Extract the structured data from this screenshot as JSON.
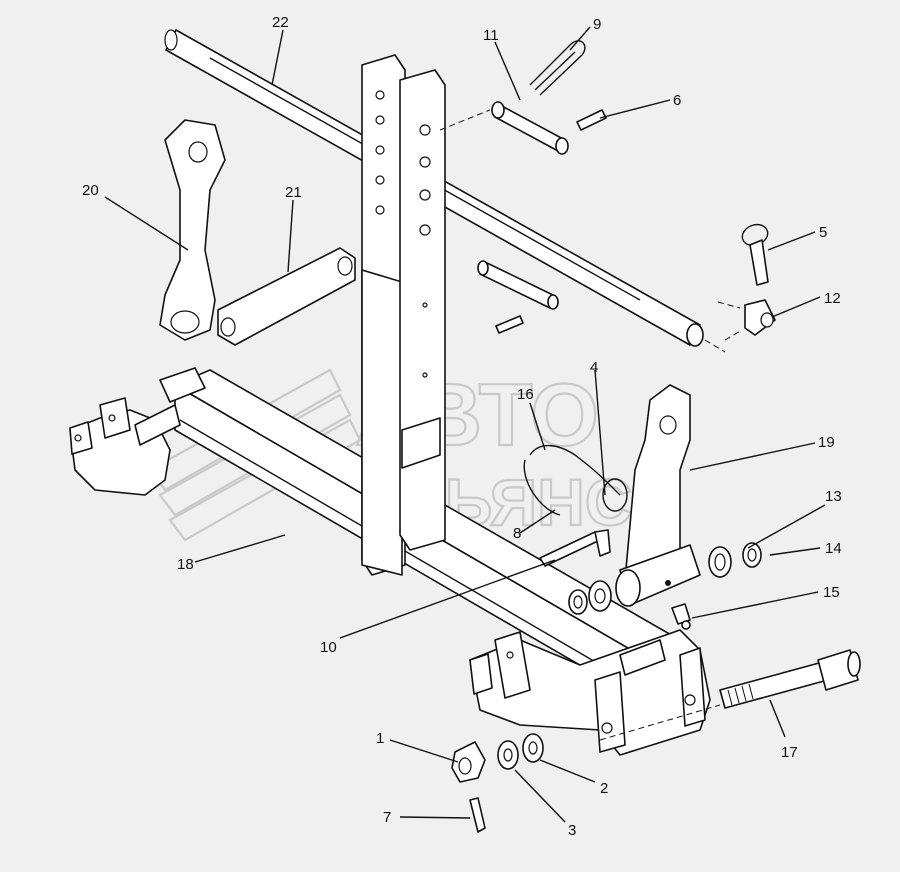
{
  "diagram": {
    "labels": [
      "1",
      "2",
      "3",
      "4",
      "5",
      "6",
      "7",
      "8",
      "9",
      "10",
      "11",
      "12",
      "13",
      "14",
      "15",
      "16",
      "17",
      "18",
      "19",
      "20",
      "21",
      "22"
    ]
  },
  "watermark": {
    "line1": "АВТО",
    "line2": "АЛЬЯНС"
  },
  "colors": {
    "background": "#f0f0f0",
    "ink": "#111111",
    "watermark": "#c9c9c9"
  }
}
